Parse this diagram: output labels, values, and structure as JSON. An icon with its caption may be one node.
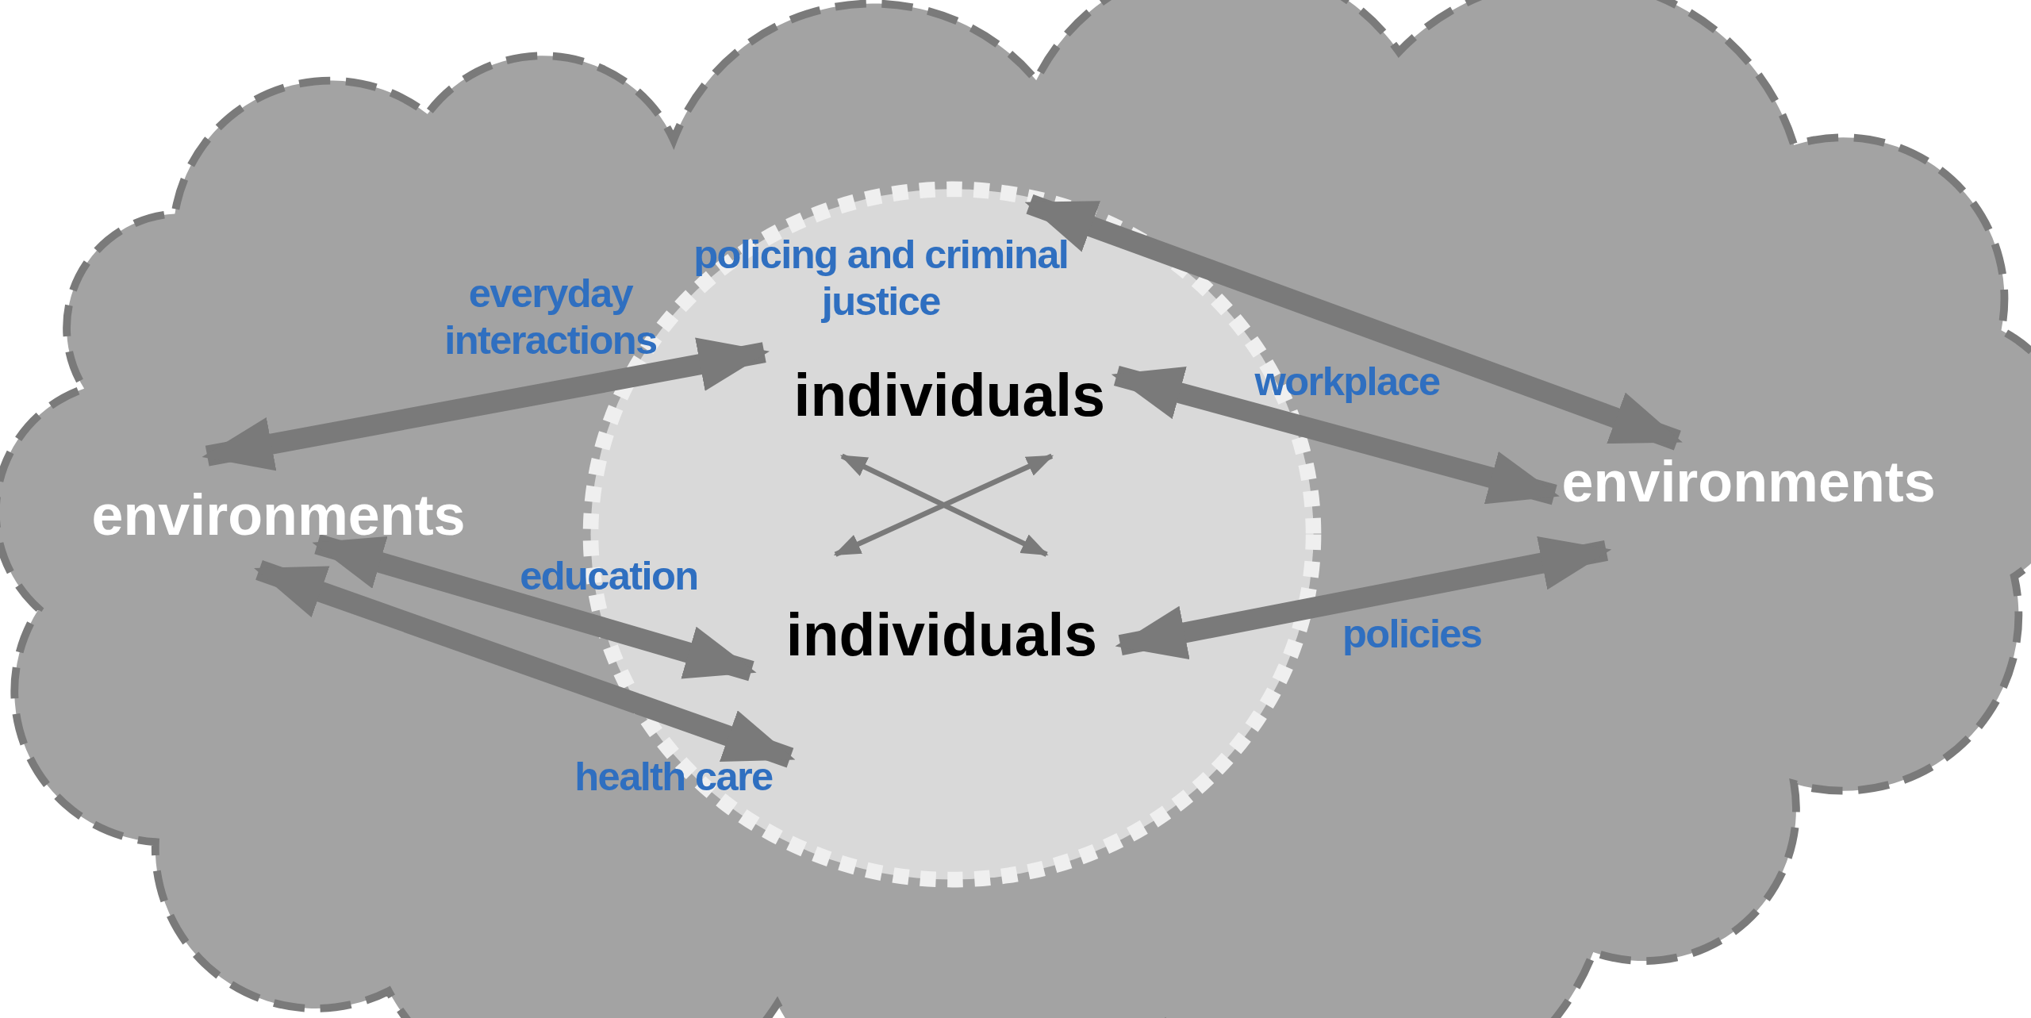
{
  "diagram": {
    "nodes": [
      {
        "text": [],
        "shape": "cloud"
      },
      {
        "text": [],
        "shape": "circle",
        "in": 0
      },
      {
        "text": [
          "environments"
        ],
        "in": 0
      },
      {
        "text": [
          "individuals"
        ],
        "in": 1
      },
      {
        "text": [
          "individuals"
        ],
        "in": 1
      },
      {
        "text": [
          "environments"
        ],
        "in": 0
      }
    ],
    "edges": [
      {
        "from": 2,
        "to": 3,
        "arrow": "both",
        "label": "everyday interactions"
      },
      {
        "from": 1,
        "to": 5,
        "arrow": "both",
        "label": "policing and criminal justice"
      },
      {
        "from": 3,
        "to": 5,
        "arrow": "both",
        "label": "workplace"
      },
      {
        "from": 2,
        "to": 4,
        "arrow": "both",
        "label": "education"
      },
      {
        "from": 2,
        "to": 4,
        "arrow": "both",
        "label": "health care"
      },
      {
        "from": 4,
        "to": 5,
        "arrow": "both",
        "label": "policies"
      },
      {
        "from": 3,
        "to": 4,
        "arrow": "both"
      },
      {
        "from": 3,
        "to": 4,
        "arrow": "both"
      }
    ]
  }
}
